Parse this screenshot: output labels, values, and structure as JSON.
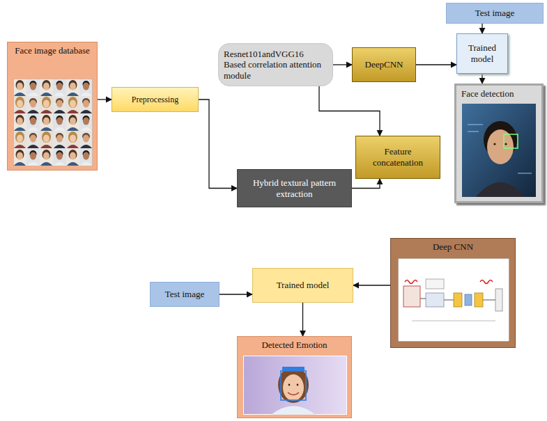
{
  "diagram": {
    "nodes": [
      {
        "text": [
          "Face image database"
        ]
      },
      {
        "text": [
          "Preprocessing"
        ]
      },
      {
        "text": [
          "Resnet101andVGG16 Based correlation attention module"
        ]
      },
      {
        "text": [
          "DeepCNN"
        ]
      },
      {
        "text": [
          "Test image"
        ]
      },
      {
        "text": [
          "Trained model"
        ]
      },
      {
        "text": [
          "Face detection"
        ]
      },
      {
        "text": [
          "Feature concatenation"
        ]
      },
      {
        "text": [
          "Hybrid textural pattern extraction"
        ]
      },
      {
        "text": [
          "Test image"
        ]
      },
      {
        "text": [
          "Trained model"
        ]
      },
      {
        "text": [
          "Deep CNN"
        ]
      },
      {
        "text": [
          "Detected Emotion"
        ]
      }
    ],
    "edges": [
      {
        "from": 0,
        "to": 1,
        "arrow": "to"
      },
      {
        "from": 1,
        "to": 8,
        "arrow": "to"
      },
      {
        "from": 2,
        "to": 3,
        "arrow": "to"
      },
      {
        "from": 3,
        "to": 5,
        "arrow": "to"
      },
      {
        "from": 4,
        "to": 5,
        "arrow": "to"
      },
      {
        "from": 5,
        "to": 6,
        "arrow": "to"
      },
      {
        "from": 2,
        "to": 7,
        "arrow": "to"
      },
      {
        "from": 8,
        "to": 7,
        "arrow": "to"
      },
      {
        "from": 9,
        "to": 10,
        "arrow": "to"
      },
      {
        "from": 11,
        "to": 10,
        "arrow": "to"
      },
      {
        "from": 10,
        "to": 12,
        "arrow": "to"
      }
    ]
  }
}
